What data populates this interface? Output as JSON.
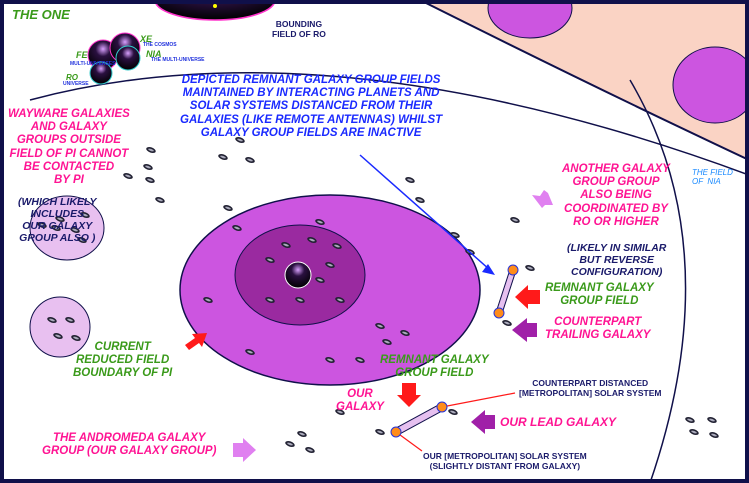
{
  "labels": {
    "the_one": "THE ONE",
    "fe": "FE",
    "fe_sub": "MULTI-UNIVERSES",
    "ro": "RO",
    "ro_sub": "UNIVERSE",
    "xe": "XE",
    "xe_sub": "THE COSMOS",
    "nia": "NIA",
    "nia_sub": "THE MULTI-UNIVERSE",
    "bounding_field": "BOUNDING\nFIELD OF RO",
    "depicted": "DEPICTED REMNANT GALAXY GROUP FIELDS\nMAINTAINED BY INTERACTING PLANETS AND\nSOLAR SYSTEMS DISTANCED FROM THEIR\nGALAXIES (LIKE REMOTE ANTENNAS) WHILST\nGALAXY GROUP FIELDS ARE INACTIVE",
    "wayware": "WAYWARE GALAXIES\nAND GALAXY\nGROUPS OUTSIDE\nFIELD OF PI CANNOT\nBE CONTACTED\nBY PI",
    "which_includes": "(WHICH LIKELY\nINCLUDES\nOUR GALAXY\nGROUP ALSO )",
    "field_of_nia": "THE FIELD\nOF  NIA",
    "another_group": "ANOTHER GALAXY\nGROUP GROUP\nALSO BEING\nCOORDINATED BY\nRO OR HIGHER",
    "likely_similar": "(LIKELY IN SIMILAR\nBUT REVERSE\nCONFIGURATION)",
    "remnant_right": "REMNANT GALAXY\nGROUP FIELD",
    "counterpart_trailing": "COUNTERPART\nTRAILING GALAXY",
    "current_field": "CURRENT\nREDUCED FIELD\nBOUNDARY OF PI",
    "remnant_bottom": "REMNANT GALAXY\nGROUP FIELD",
    "our_galaxy": "OUR\nGALAXY",
    "counterpart_distanced": "COUNTERPART DISTANCED\n[METROPOLITAN] SOLAR SYSTEM",
    "our_lead": "OUR LEAD GALAXY",
    "andromeda": "THE ANDROMEDA GALAXY\nGROUP (OUR GALAXY GROUP)",
    "our_metropolitan": "OUR [METROPOLITAN] SOLAR SYSTEM\n(SLIGHTLY DISTANT FROM GALAXY)"
  },
  "colors": {
    "border": "#10104a",
    "pi_field": "#cc55e0",
    "pi_core": "#9a2aa0",
    "outer_region": "#fad3c4",
    "arrow_red": "#ff1a1a",
    "arrow_purple": "#a020a8",
    "arrow_violet": "#e080f0",
    "orange_node": "#ff8c1a"
  }
}
